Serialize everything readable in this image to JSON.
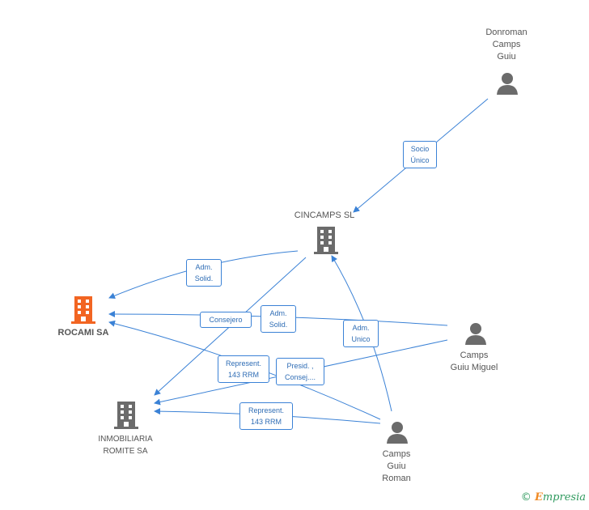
{
  "nodes": {
    "donroman": {
      "label": "Donroman\nCamps\nGuiu",
      "type": "person"
    },
    "cincamps": {
      "label": "CINCAMPS SL",
      "type": "company"
    },
    "rocami": {
      "label": "ROCAMI SA",
      "type": "company-main"
    },
    "inmobiliaria": {
      "label": "INMOBILIARIA\nROMITE SA",
      "type": "company"
    },
    "camps_miguel": {
      "label": "Camps\nGuiu Miguel",
      "type": "person"
    },
    "camps_roman": {
      "label": "Camps\nGuiu\nRoman",
      "type": "person"
    }
  },
  "edges": {
    "socio_unico": "Socio\nÚnico",
    "adm_solid_1": "Adm.\nSolid.",
    "consejero": "Consejero",
    "adm_solid_2": "Adm.\nSolid.",
    "adm_unico": "Adm.\nUnico",
    "represent_1": "Represent.\n143 RRM",
    "presid_consej": "Presid. ,\nConsej....",
    "represent_2": "Represent.\n143 RRM"
  },
  "colors": {
    "edge": "#3b82d6",
    "company": "#6b6b6b",
    "company_main": "#f26522",
    "person": "#6b6b6b"
  },
  "brand": {
    "copyright": "©",
    "name_initial": "E",
    "name_rest": "mpresia"
  }
}
